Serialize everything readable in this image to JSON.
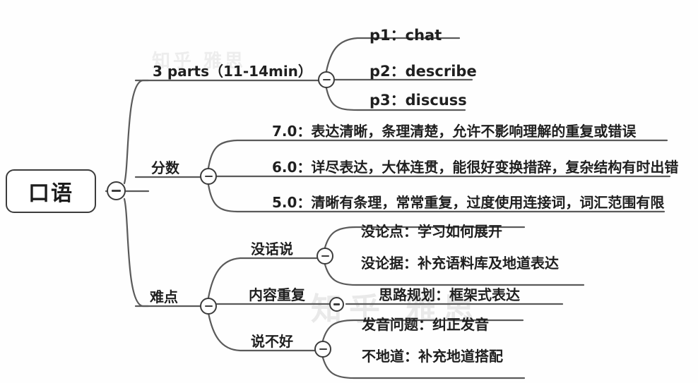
{
  "diagram": {
    "type": "mind-map",
    "title": "口语",
    "root": {
      "label": "口语",
      "toggle_icon": "minus-circle-icon"
    },
    "branches": [
      {
        "id": "parts",
        "label": "3 parts（11-14min）",
        "toggle_icon": "minus-circle-icon",
        "children": [
          {
            "label": "p1：chat"
          },
          {
            "label": "p2：describe"
          },
          {
            "label": "p3：discuss"
          }
        ]
      },
      {
        "id": "score",
        "label": "分数",
        "toggle_icon": "minus-circle-icon",
        "children": [
          {
            "label": "7.0：表达清晰，条理清楚，允许不影响理解的重复或错误"
          },
          {
            "label": "6.0：详尽表达，大体连贯，能很好变换措辞，复杂结构有时出错"
          },
          {
            "label": "5.0：清晰有条理，常常重复，过度使用连接词，词汇范围有限"
          }
        ]
      },
      {
        "id": "difficulty",
        "label": "难点",
        "toggle_icon": "minus-circle-icon",
        "children": [
          {
            "label": "没话说",
            "toggle_icon": "minus-circle-icon",
            "children": [
              {
                "label": "没论点：学习如何展开"
              },
              {
                "label": "没论据：补充语料库及地道表达"
              }
            ]
          },
          {
            "label": "内容重复",
            "toggle_icon": "minus-circle-icon",
            "children": [
              {
                "label": "思路规划：框架式表达"
              }
            ]
          },
          {
            "label": "说不好",
            "toggle_icon": "minus-circle-icon",
            "children": [
              {
                "label": "发音问题：纠正发音"
              },
              {
                "label": "不地道：补充地道搭配"
              }
            ]
          }
        ]
      }
    ],
    "watermark": {
      "line1": "知乎 雅思",
      "line2": "知乎 雅思"
    },
    "colors": {
      "stroke": "#3c3c3c",
      "line": "#5a5a5a",
      "text": "#1f1f1f",
      "background": "#fefefe",
      "watermark": "#d9d9d9"
    }
  }
}
